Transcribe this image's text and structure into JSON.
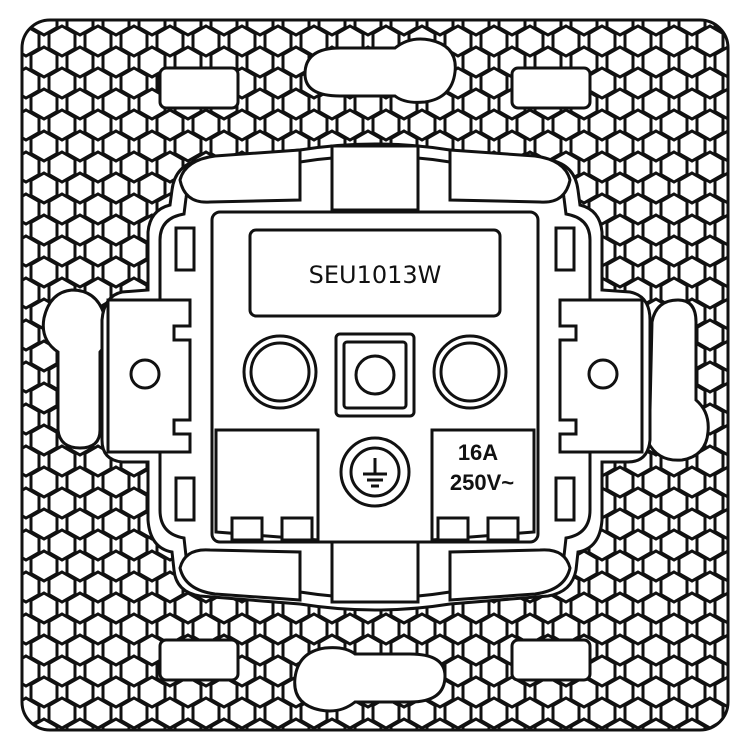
{
  "product_code": "SEU1013W",
  "rating_current": "16A",
  "rating_voltage": "250V~",
  "earth_symbol": "ground-icon",
  "colors": {
    "line": "#111111",
    "background": "#ffffff"
  }
}
